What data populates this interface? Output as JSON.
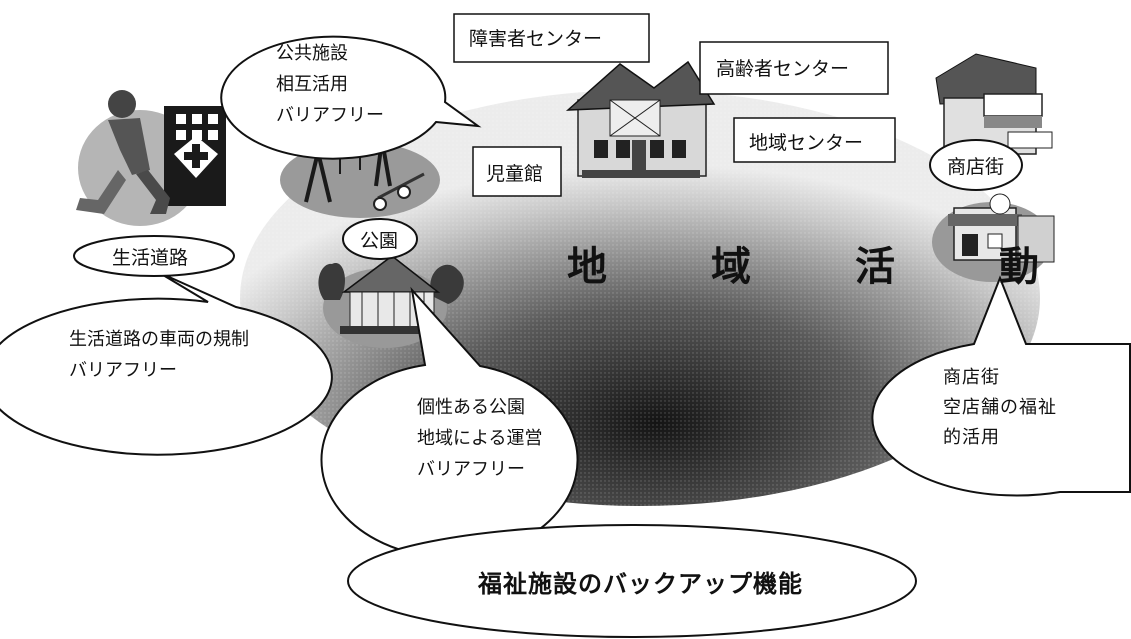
{
  "title": "地域活動",
  "boxes": {
    "shogaisha": "障害者センター",
    "koreisha": "高齢者センター",
    "chiiki": "地域センター",
    "jidokan": "児童館"
  },
  "bubbles": {
    "public_facility": "公共施設\n相互活用\nバリアフリー",
    "road_label": "生活道路",
    "road_note": "生活道路の車両の規制\nバリアフリー",
    "park_label": "公園",
    "park_note": "個性ある公園\n地域による運営\nバリアフリー",
    "shop_label": "商店街",
    "shop_note": "商店街\n空店舗の福祉\n的活用"
  },
  "bottom": "福祉施設のバックアップ機能"
}
